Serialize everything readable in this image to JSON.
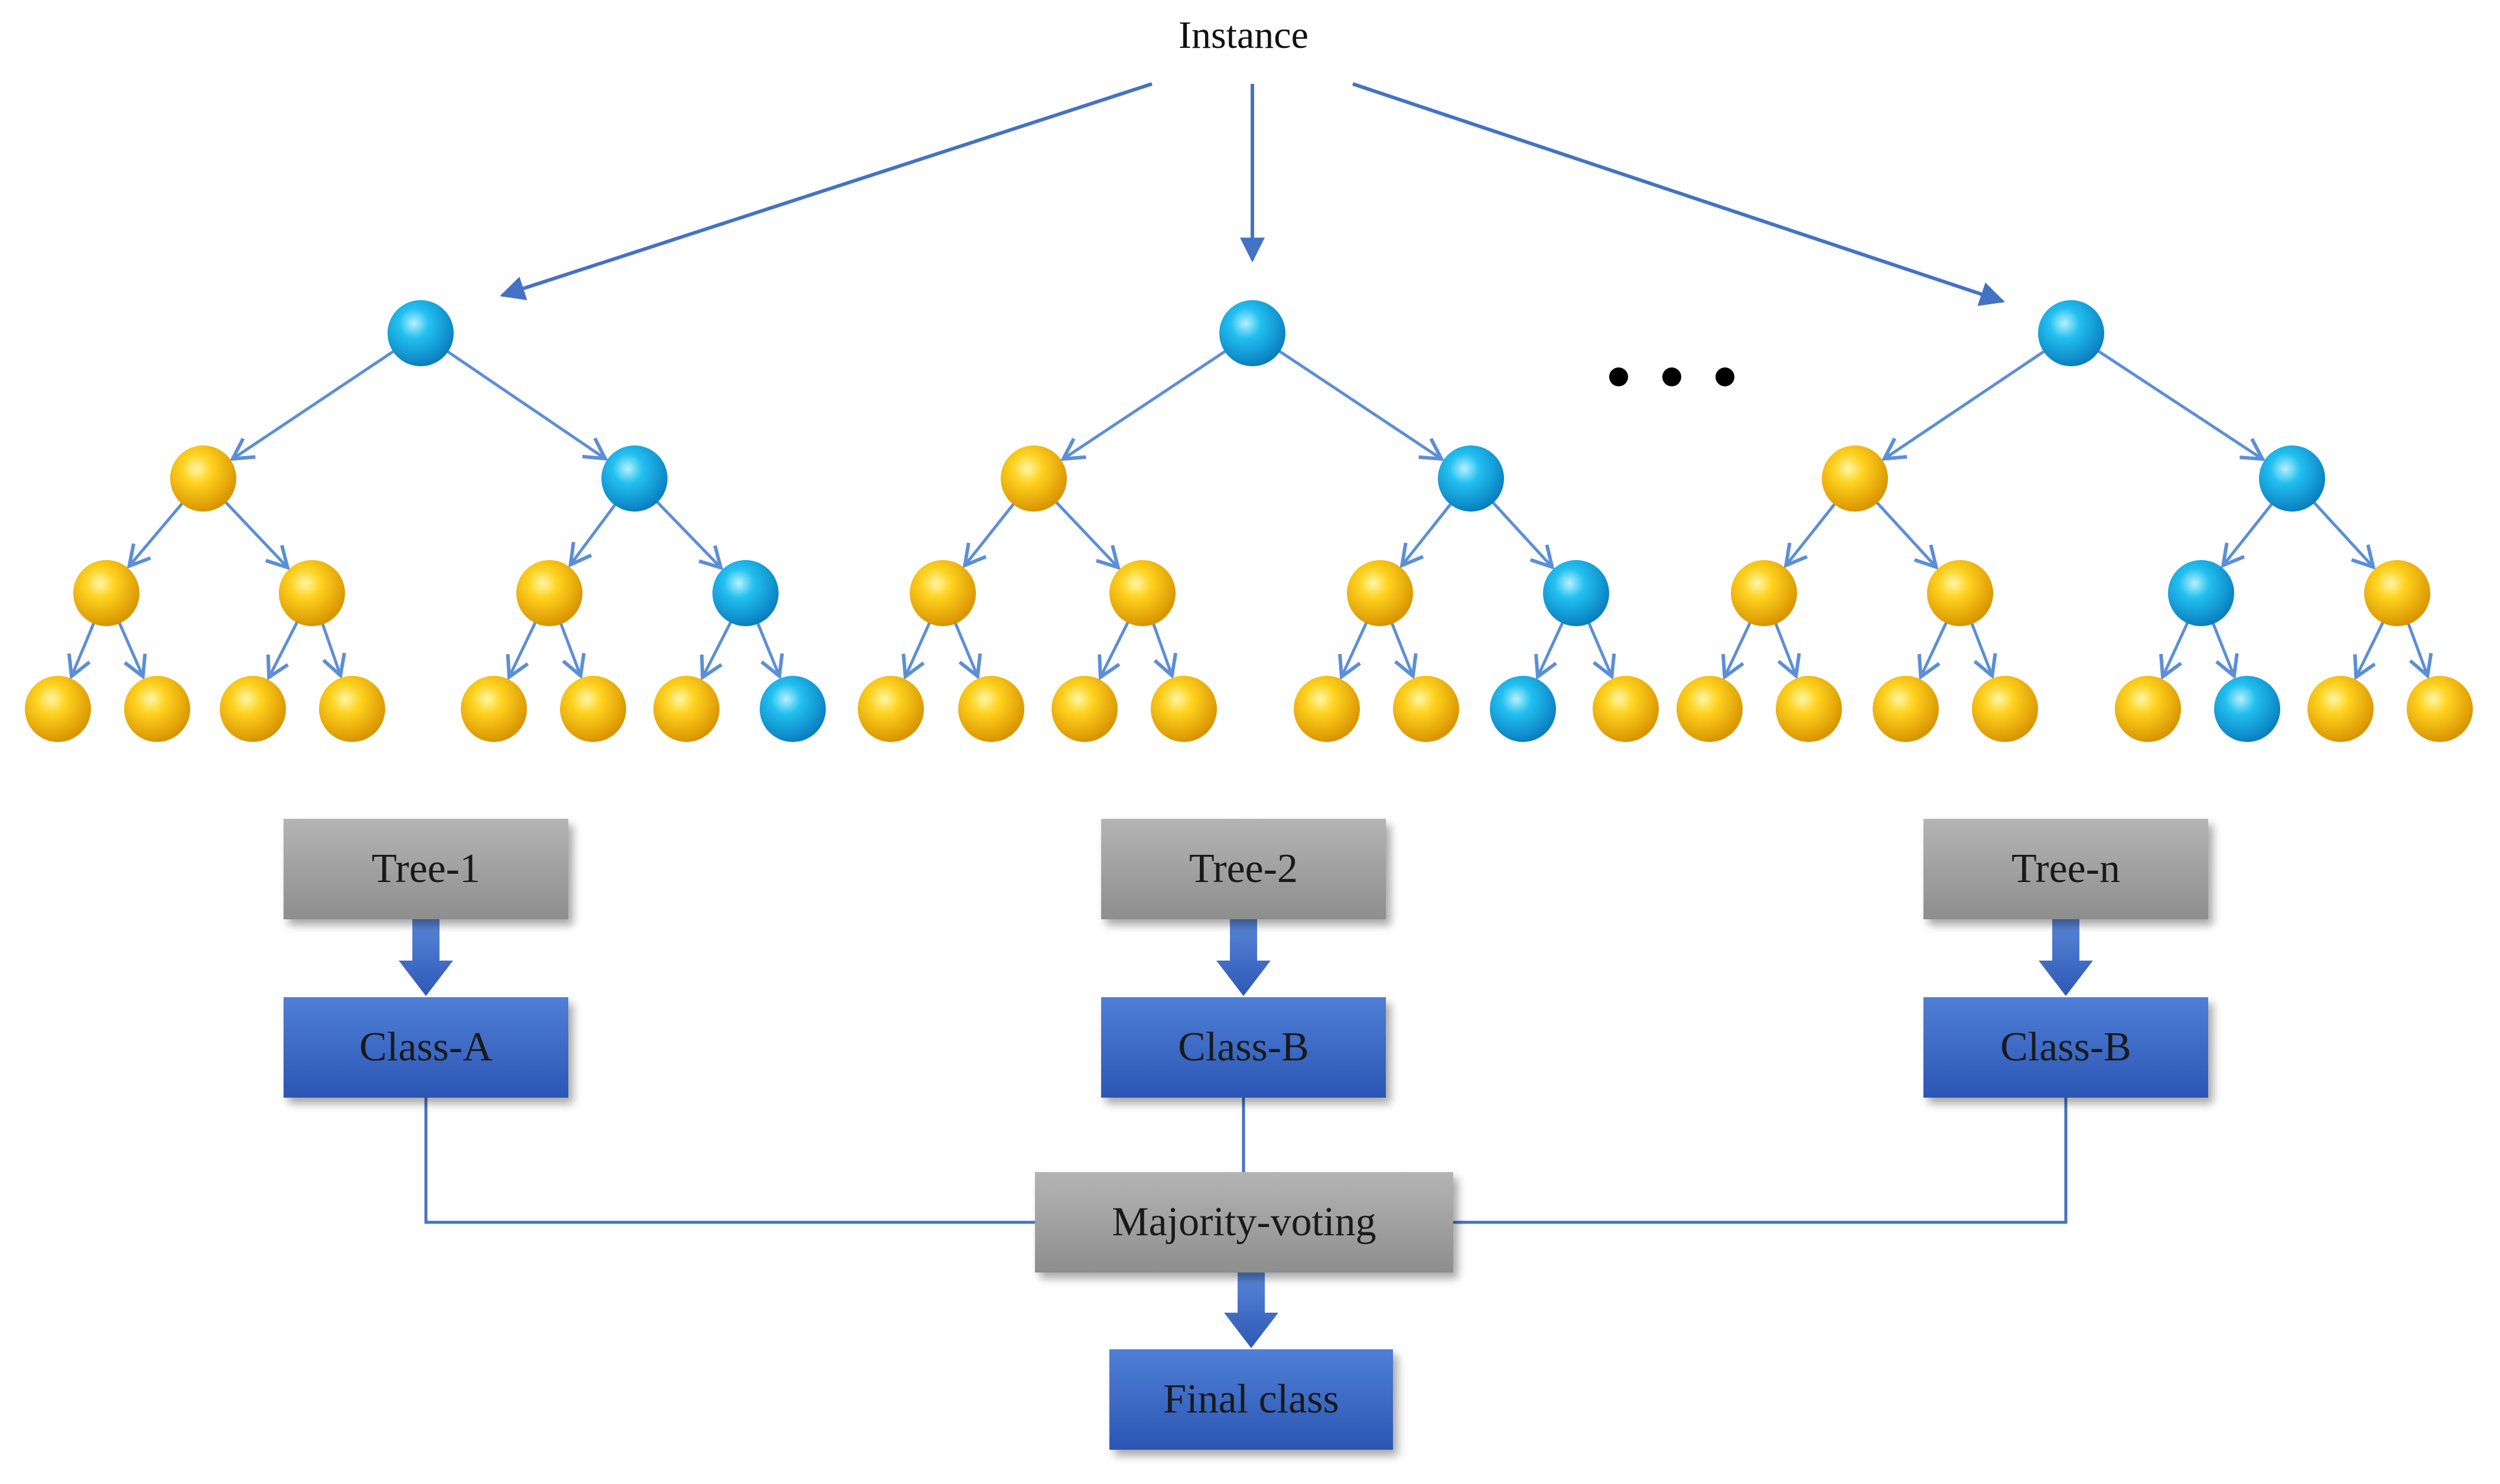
{
  "instance_label": "Instance",
  "trees": [
    {
      "label": "Tree-1",
      "result": "Class-A",
      "nodes": [
        "blue",
        "yellow",
        "blue",
        "yellow",
        "yellow",
        "yellow",
        "blue",
        "yellow",
        "yellow",
        "yellow",
        "yellow",
        "yellow",
        "yellow",
        "yellow",
        "blue"
      ]
    },
    {
      "label": "Tree-2",
      "result": "Class-B",
      "nodes": [
        "blue",
        "yellow",
        "blue",
        "yellow",
        "yellow",
        "yellow",
        "blue",
        "yellow",
        "yellow",
        "yellow",
        "yellow",
        "yellow",
        "yellow",
        "blue",
        "yellow"
      ]
    },
    {
      "label": "Tree-n",
      "result": "Class-B",
      "nodes": [
        "blue",
        "yellow",
        "blue",
        "yellow",
        "yellow",
        "blue",
        "yellow",
        "yellow",
        "yellow",
        "yellow",
        "yellow",
        "yellow",
        "blue",
        "yellow",
        "yellow"
      ]
    }
  ],
  "aggregator": "Majority-voting",
  "final": "Final class",
  "colors": {
    "arrow": "#4472c4",
    "node_blue": "#1eaee6",
    "node_yellow": "#f2b705",
    "gray_box": "#a5a5a5",
    "blue_box": "#3a66c4"
  }
}
